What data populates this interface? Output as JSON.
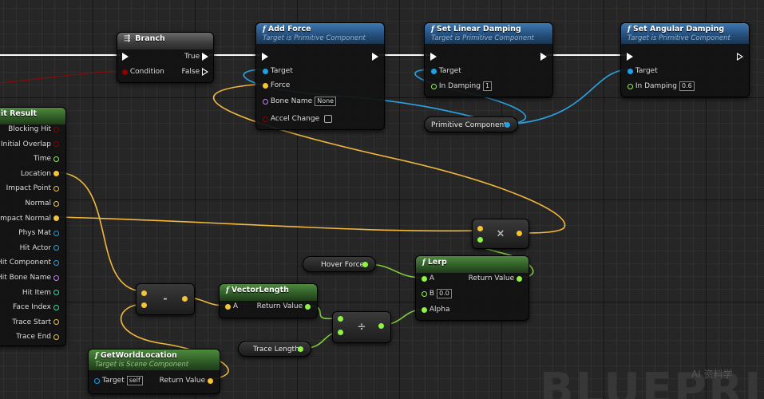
{
  "colors": {
    "exec": "#ffffff",
    "bool": "#8c0000",
    "float": "#8cf542",
    "vector": "#f5c435",
    "object": "#1ea1e6",
    "name": "#c97cff",
    "transform": "#f58c35",
    "struct": "#1e6fb0",
    "rotator": "#9fb6ff",
    "int": "#1fe3b0",
    "wire_exec": "#ffffff",
    "wire_vector": "#f2b93b",
    "wire_float": "#7ed13a",
    "wire_object": "#2aa3e6",
    "wire_bool": "#8a0a0a"
  },
  "branch": {
    "title": "Branch",
    "icon": "branch-icon",
    "condition_label": "Condition",
    "true_label": "True",
    "false_label": "False"
  },
  "add_force": {
    "title": "Add Force",
    "subtitle": "Target is Primitive Component",
    "target_label": "Target",
    "force_label": "Force",
    "bone_name_label": "Bone Name",
    "bone_name_value": "None",
    "accel_change_label": "Accel Change"
  },
  "set_linear_damping": {
    "title": "Set Linear Damping",
    "subtitle": "Target is Primitive Component",
    "target_label": "Target",
    "in_damping_label": "In Damping",
    "in_damping_value": "1"
  },
  "set_angular_damping": {
    "title": "Set Angular Damping",
    "subtitle": "Target is Primitive Component",
    "target_label": "Target",
    "in_damping_label": "In Damping",
    "in_damping_value": "0.6"
  },
  "primitive_component": {
    "label": "Primitive Component"
  },
  "hit_result": {
    "title": "it Result",
    "pins": [
      {
        "label": "Blocking Hit",
        "type": "bool"
      },
      {
        "label": "Initial Overlap",
        "type": "bool"
      },
      {
        "label": "Time",
        "type": "float"
      },
      {
        "label": "Location",
        "type": "vector"
      },
      {
        "label": "Impact Point",
        "type": "vector"
      },
      {
        "label": "Normal",
        "type": "vector"
      },
      {
        "label": "Impact Normal",
        "type": "vector"
      },
      {
        "label": "Phys Mat",
        "type": "object"
      },
      {
        "label": "Hit Actor",
        "type": "object"
      },
      {
        "label": "Hit Component",
        "type": "object"
      },
      {
        "label": "Hit Bone Name",
        "type": "name"
      },
      {
        "label": "Hit Item",
        "type": "int"
      },
      {
        "label": "Face Index",
        "type": "int"
      },
      {
        "label": "Trace Start",
        "type": "vector"
      },
      {
        "label": "Trace End",
        "type": "vector"
      }
    ]
  },
  "multiply": {
    "symbol": "×"
  },
  "subtract": {
    "symbol": "-"
  },
  "divide": {
    "symbol": "÷"
  },
  "hover_force": {
    "label": "Hover Force"
  },
  "trace_length": {
    "label": "Trace Length"
  },
  "vector_length": {
    "title": "VectorLength",
    "a_label": "A",
    "return_label": "Return Value"
  },
  "lerp": {
    "title": "Lerp",
    "a_label": "A",
    "b_label": "B",
    "b_value": "0.0",
    "alpha_label": "Alpha",
    "return_label": "Return Value"
  },
  "get_world_location": {
    "title": "GetWorldLocation",
    "subtitle": "Target is Scene Component",
    "target_label": "Target",
    "target_value": "self",
    "return_label": "Return Value"
  },
  "watermark": {
    "text": "BLUEPRINT",
    "badge": "AI 资料学"
  }
}
